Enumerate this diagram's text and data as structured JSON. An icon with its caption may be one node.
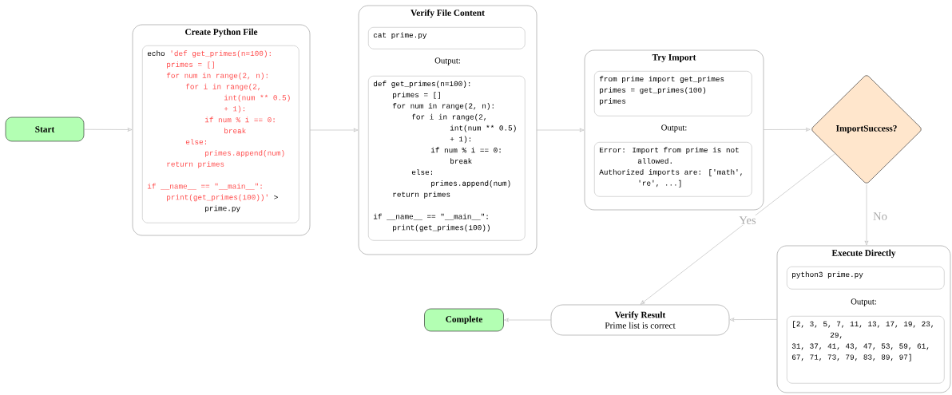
{
  "diagram": {
    "nodes": [
      {
        "text": [
          "Start"
        ]
      },
      {
        "text": [
          "Create Python File"
        ]
      },
      {
        "text": [
          "echo",
          "'def get_primes(n=100):",
          "primes = []",
          "for num in range(2, n):",
          "for i in range(2, int(num ** 0.5) + 1):",
          "if num % i == 0:",
          "break",
          "else:",
          "primes.append(num)",
          "return primes",
          "if __name__ == \"__main__\":",
          "print(get_primes(100))'",
          "> prime.py"
        ],
        "in": 1
      },
      {
        "text": [
          "Verify File Content",
          "Output:"
        ]
      },
      {
        "text": [
          "cat prime.py"
        ],
        "in": 3
      },
      {
        "text": [
          "def get_primes(n=100):",
          "primes = []",
          "for num in range(2, n):",
          "for i in range(2, int(num ** 0.5) + 1):",
          "if num % i == 0:",
          "break",
          "else:",
          "primes.append(num)",
          "return primes",
          "if __name__ == \"__main__\":",
          "print(get_primes(100))"
        ],
        "in": 3
      },
      {
        "text": [
          "Try Import",
          "Output:"
        ]
      },
      {
        "text": [
          "from prime import get_primes",
          "primes = get_primes(100)",
          "primes"
        ],
        "in": 6
      },
      {
        "text": [
          "Error: Import from prime is not allowed.",
          "Authorized imports are: ['math', 're', ...]"
        ],
        "in": 6
      },
      {
        "text": [
          "ImportSuccess?"
        ]
      },
      {
        "text": [
          "Execute Directly",
          "Output:"
        ]
      },
      {
        "text": [
          "python3 prime.py"
        ],
        "in": 10
      },
      {
        "text": [
          "[2, 3, 5, 7, 11, 13, 17, 19, 23, 29,",
          "31, 37, 41, 43, 47, 53, 59, 61,",
          "67, 71, 73, 79, 83, 89, 97]"
        ],
        "in": 10
      },
      {
        "text": [
          "Verify Result",
          "Prime list is correct"
        ]
      },
      {
        "text": [
          "Complete"
        ]
      }
    ],
    "edges": [
      {
        "from": 0,
        "to": 1,
        "arrow": "to"
      },
      {
        "from": 1,
        "to": 3,
        "arrow": "to"
      },
      {
        "from": 3,
        "to": 6,
        "arrow": "to"
      },
      {
        "from": 6,
        "to": 9,
        "arrow": "to"
      },
      {
        "from": 9,
        "to": 13,
        "arrow": "to",
        "label": "Yes"
      },
      {
        "from": 9,
        "to": 10,
        "arrow": "to",
        "label": "No"
      },
      {
        "from": 10,
        "to": 13,
        "arrow": "to"
      },
      {
        "from": 13,
        "to": 14,
        "arrow": "to"
      }
    ]
  }
}
